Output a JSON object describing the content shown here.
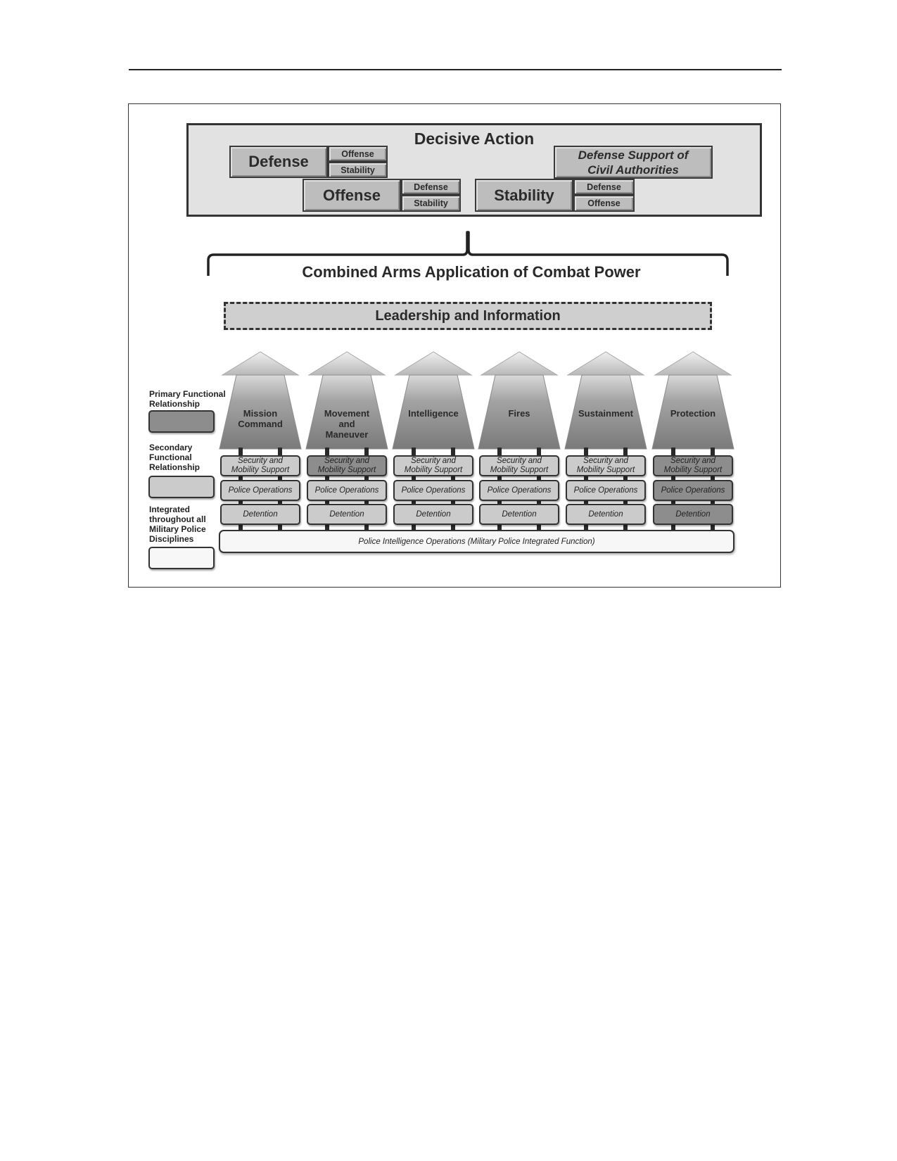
{
  "decisive_action": {
    "title": "Decisive Action",
    "defense": {
      "label": "Defense",
      "sub": [
        "Offense",
        "Stability"
      ]
    },
    "offense": {
      "label": "Offense",
      "sub": [
        "Defense",
        "Stability"
      ]
    },
    "stability": {
      "label": "Stability",
      "sub": [
        "Defense",
        "Offense"
      ]
    },
    "dsca": {
      "label": "Defense Support of Civil Authorities"
    }
  },
  "combined_arms_title": "Combined Arms Application of Combat Power",
  "leadership_label": "Leadership and Information",
  "warfighting_functions": [
    {
      "name": "Mission Command",
      "name_lines": [
        "Mission",
        "Command"
      ],
      "disciplines": [
        {
          "label": "Security and Mobility Support",
          "relationship": "secondary"
        },
        {
          "label": "Police Operations",
          "relationship": "secondary"
        },
        {
          "label": "Detention",
          "relationship": "secondary"
        }
      ]
    },
    {
      "name": "Movement and Maneuver",
      "name_lines": [
        "Movement",
        "and",
        "Maneuver"
      ],
      "disciplines": [
        {
          "label": "Security and Mobility Support",
          "relationship": "primary"
        },
        {
          "label": "Police Operations",
          "relationship": "secondary"
        },
        {
          "label": "Detention",
          "relationship": "secondary"
        }
      ]
    },
    {
      "name": "Intelligence",
      "name_lines": [
        "Intelligence"
      ],
      "disciplines": [
        {
          "label": "Security and Mobility Support",
          "relationship": "secondary"
        },
        {
          "label": "Police Operations",
          "relationship": "secondary"
        },
        {
          "label": "Detention",
          "relationship": "secondary"
        }
      ]
    },
    {
      "name": "Fires",
      "name_lines": [
        "Fires"
      ],
      "disciplines": [
        {
          "label": "Security and Mobility Support",
          "relationship": "secondary"
        },
        {
          "label": "Police Operations",
          "relationship": "secondary"
        },
        {
          "label": "Detention",
          "relationship": "secondary"
        }
      ]
    },
    {
      "name": "Sustainment",
      "name_lines": [
        "Sustainment"
      ],
      "disciplines": [
        {
          "label": "Security and Mobility Support",
          "relationship": "secondary"
        },
        {
          "label": "Police Operations",
          "relationship": "secondary"
        },
        {
          "label": "Detention",
          "relationship": "secondary"
        }
      ]
    },
    {
      "name": "Protection",
      "name_lines": [
        "Protection"
      ],
      "disciplines": [
        {
          "label": "Security and Mobility Support",
          "relationship": "primary"
        },
        {
          "label": "Police Operations",
          "relationship": "primary"
        },
        {
          "label": "Detention",
          "relationship": "primary"
        }
      ]
    }
  ],
  "integrated_function": "Police Intelligence Operations (Military Police Integrated Function)",
  "legend": [
    {
      "label": "Primary Functional Relationship",
      "color": "#8d8d8d"
    },
    {
      "label": "Secondary Functional Relationship",
      "color": "#cbcbcb"
    },
    {
      "label": "Integrated throughout all Military Police Disciplines",
      "color": "#f7f7f7"
    }
  ],
  "colors": {
    "primary": "#8d8d8d",
    "secondary": "#cbcbcb",
    "integrated": "#f7f7f7",
    "panel": "#e2e2e2"
  }
}
